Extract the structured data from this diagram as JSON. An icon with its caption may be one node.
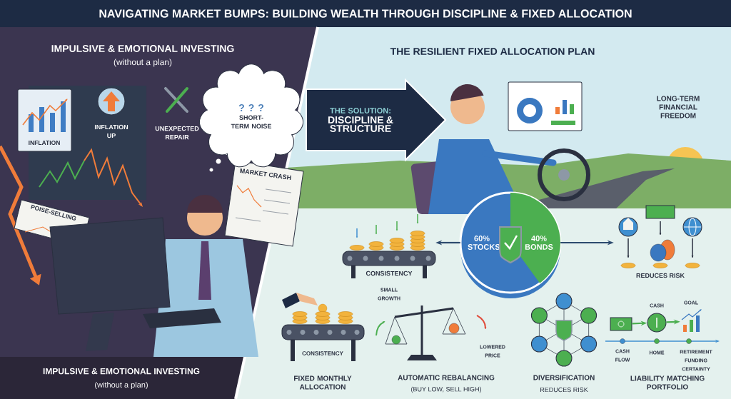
{
  "diagram": {
    "title": "NAVIGATING MARKET BUMPS: BUILDING WEALTH THROUGH DISCIPLINE & FIXED ALLOCATION",
    "nodes": [
      {
        "text": [
          "60% STOCKS",
          "40% BONDS"
        ]
      },
      {
        "text": [
          "CONSISTENCY"
        ]
      },
      {
        "text": [
          "REDUCES RISK"
        ]
      },
      {
        "text": [
          "THE SOLUTION:",
          "DISCIPLINE & STRUCTURE"
        ]
      },
      {
        "text": [],
        "shape": "picture"
      },
      {
        "text": [],
        "shape": "picture"
      },
      {
        "text": [],
        "shape": "picture"
      },
      {
        "text": [
          "? ? ?",
          "SHORT-TERM NOISE"
        ]
      }
    ],
    "edges": [
      {
        "from": 0,
        "to": 1,
        "arrow": "to"
      },
      {
        "from": 0,
        "to": 2,
        "arrow": "to"
      },
      {
        "from": 4,
        "to": 5,
        "arrow": "to",
        "color": "#4caf50"
      },
      {
        "from": 5,
        "to": 6,
        "arrow": "to",
        "color": "#4caf50"
      }
    ],
    "labels": [
      "IMPULSIVE & EMOTIONAL INVESTING",
      "(without a plan)",
      "THE RESILIENT FIXED ALLOCATION PLAN",
      "INFLATION",
      "INFLATION UP",
      "UNEXPECTED REPAIR",
      "LONG-TERM FINANCIAL FREEDOM",
      "MARKET CRASH",
      "POISE-SELLING",
      "SMALL GROWTH",
      "LOWERED PRICE",
      "CONSISTENCY",
      "CASH",
      "GOAL",
      "CASH FLOW",
      "HOME",
      "RETIREMENT FUNDING CERTAINTY",
      "IMPULSIVE & EMOTIONAL INVESTING",
      "(without a plan)",
      "FIXED MONTHLY ALLOCATION",
      "AUTOMATIC REBALANCING",
      "(BUY LOW, SELL HIGH)",
      "DIVERSIFICATION",
      "REDUCES RISK",
      "LIABILITY MATCHING PORTFOLIO"
    ]
  }
}
